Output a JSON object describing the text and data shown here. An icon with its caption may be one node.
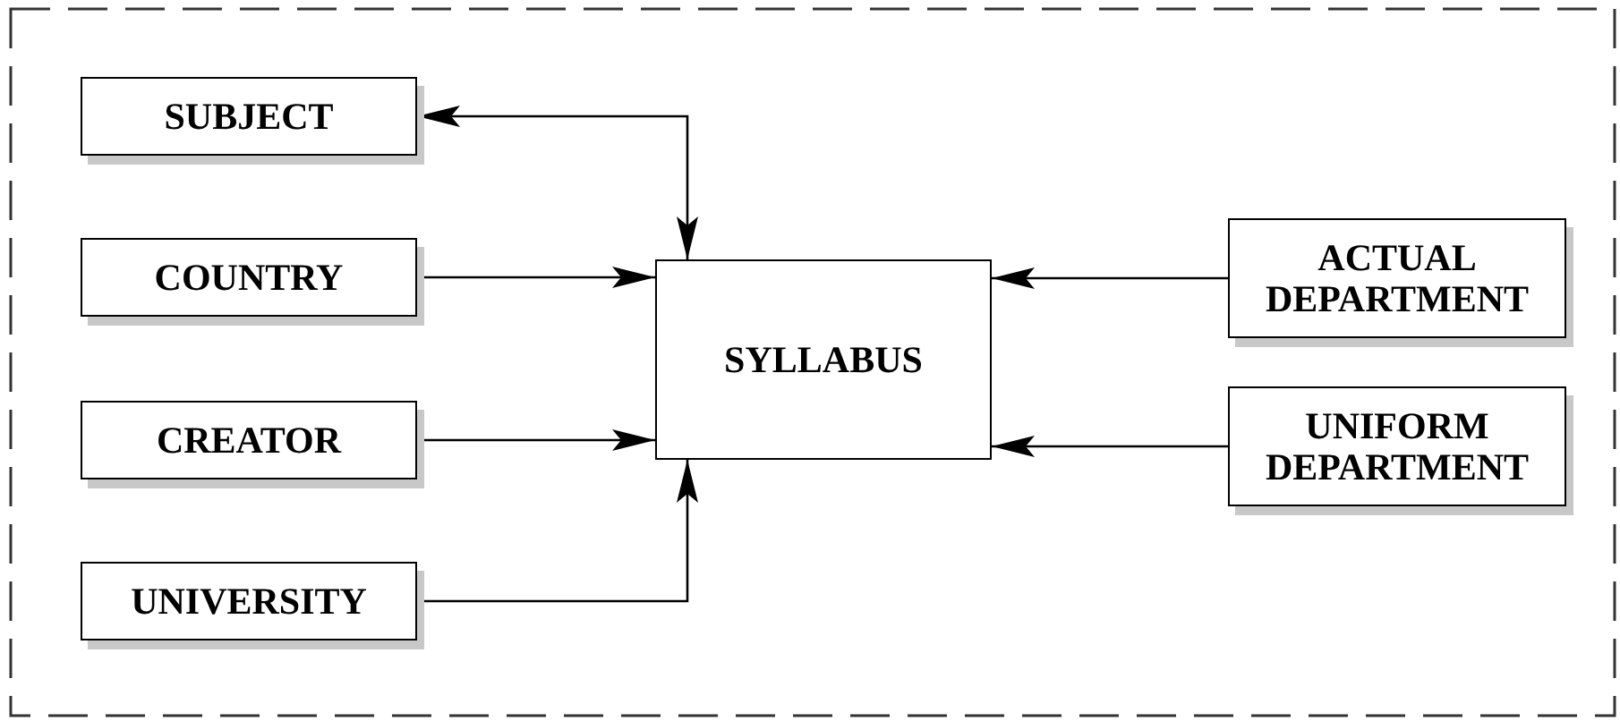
{
  "diagram": {
    "nodes": [
      {
        "text": [
          "SUBJECT"
        ]
      },
      {
        "text": [
          "COUNTRY"
        ]
      },
      {
        "text": [
          "CREATOR"
        ]
      },
      {
        "text": [
          "UNIVERSITY"
        ]
      },
      {
        "text": [
          "SYLLABUS"
        ]
      },
      {
        "text": [
          "ACTUAL DEPARTMENT"
        ]
      },
      {
        "text": [
          "UNIFORM DEPARTMENT"
        ]
      }
    ],
    "edges": [
      {
        "from": 0,
        "to": 4,
        "arrow": "both"
      },
      {
        "from": 1,
        "to": 4,
        "arrow": "to"
      },
      {
        "from": 2,
        "to": 4,
        "arrow": "to"
      },
      {
        "from": 3,
        "to": 4,
        "arrow": "to"
      },
      {
        "from": 5,
        "to": 4,
        "arrow": "to"
      },
      {
        "from": 6,
        "to": 4,
        "arrow": "to"
      }
    ]
  }
}
